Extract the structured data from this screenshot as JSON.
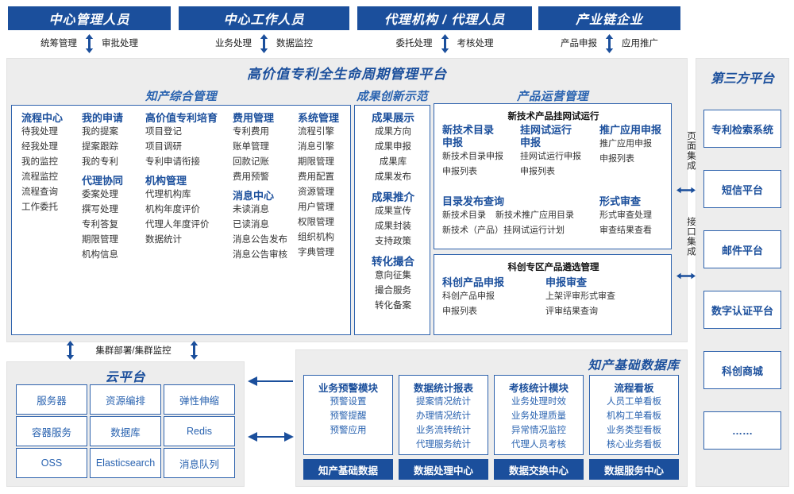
{
  "actors": [
    {
      "title": "中心管理人员",
      "flow_left": "统筹管理",
      "flow_right": "审批处理",
      "arrow": "up-down-arrow-icon"
    },
    {
      "title": "中心工作人员",
      "flow_left": "业务处理",
      "flow_right": "数据监控",
      "arrow": "up-down-arrow-icon"
    },
    {
      "title": "代理机构 / 代理人员",
      "flow_left": "委托处理",
      "flow_right": "考核处理",
      "arrow": "up-down-arrow-icon"
    },
    {
      "title": "产业链企业",
      "flow_left": "产品申报",
      "flow_right": "应用推广",
      "arrow": "up-down-arrow-icon"
    }
  ],
  "platform": {
    "title": "高价值专利全生命周期管理平台",
    "groups": {
      "ip_management": {
        "title": "知产综合管理",
        "columns": [
          {
            "sections": [
              {
                "head": "流程中心",
                "items": [
                  "待我处理",
                  "经我处理",
                  "我的监控",
                  "流程监控",
                  "流程查询",
                  "工作委托"
                ]
              }
            ]
          },
          {
            "sections": [
              {
                "head": "我的申请",
                "items": [
                  "我的提案",
                  "提案跟踪",
                  "我的专利"
                ]
              },
              {
                "head": "代理协同",
                "items": [
                  "委案处理",
                  "撰写处理",
                  "专利答复",
                  "期限管理",
                  "机构信息"
                ]
              }
            ]
          },
          {
            "sections": [
              {
                "head": "高价值专利培育",
                "items": [
                  "项目登记",
                  "项目调研",
                  "专利申请衔接"
                ]
              },
              {
                "head": "机构管理",
                "items": [
                  "代理机构库",
                  "机构年度评价",
                  "代理人年度评价",
                  "数据统计"
                ]
              }
            ]
          },
          {
            "sections": [
              {
                "head": "费用管理",
                "items": [
                  "专利费用",
                  "账单管理",
                  "回款记账",
                  "费用预警"
                ]
              },
              {
                "head": "消息中心",
                "items": [
                  "未读消息",
                  "已读消息",
                  "消息公告发布",
                  "消息公告审核"
                ]
              }
            ]
          },
          {
            "sections": [
              {
                "head": "系统管理",
                "items": [
                  "流程引擎",
                  "消息引擎",
                  "期限管理",
                  "费用配置",
                  "资源管理",
                  "用户管理",
                  "权限管理",
                  "组织机构",
                  "字典管理"
                ]
              }
            ]
          }
        ]
      },
      "achievement": {
        "title": "成果创新示范",
        "sections": [
          {
            "head": "成果展示",
            "items": [
              "成果方向",
              "成果申报",
              "成果库",
              "成果发布"
            ]
          },
          {
            "head": "成果推介",
            "items": [
              "成果宣传",
              "成果封装",
              "支持政策"
            ]
          },
          {
            "head": "转化撮合",
            "items": [
              "意向征集",
              "撮合服务",
              "转化备案"
            ]
          }
        ]
      },
      "product_ops": {
        "title": "产品运营管理",
        "panel_a": {
          "sub_title": "新技术产品挂网试运行",
          "row1": [
            {
              "head": "新技术目录\n申报",
              "items": [
                "新技术目录申报",
                "申报列表"
              ]
            },
            {
              "head": "挂网试运行\n申报",
              "items": [
                "挂网试运行申报",
                "申报列表"
              ]
            },
            {
              "head": "推广应用申报",
              "items": [
                "推广应用申报",
                "申报列表"
              ]
            }
          ],
          "row2_left_head": "目录发布查询",
          "row2_left_line1_a": "新技术目录",
          "row2_left_line1_b": "新技术推广应用目录",
          "row2_left_line2": "新技术（产品）挂网试运行计划",
          "row2_right_head": "形式审查",
          "row2_right_items": [
            "形式审查处理",
            "审查结果查看"
          ]
        },
        "panel_b": {
          "sub_title": "科创专区产品遴选管理",
          "columns": [
            {
              "head": "科创产品申报",
              "items": [
                "科创产品申报",
                "申报列表"
              ]
            },
            {
              "head": "申报审查",
              "items": [
                "上架评审形式审查",
                "评审结果查询"
              ]
            }
          ]
        }
      }
    }
  },
  "integration": {
    "page_label": "页面集成",
    "api_label": "接口集成",
    "arrow": "left-right-arrow-icon"
  },
  "third_party": {
    "title": "第三方平台",
    "items": [
      "专利检索系统",
      "短信平台",
      "邮件平台",
      "数字认证平台",
      "科创商城",
      "……"
    ]
  },
  "cluster": {
    "label": "集群部署/集群监控",
    "arrow_left": "up-down-arrow-icon",
    "arrow_right": "up-down-arrow-icon"
  },
  "cloud": {
    "title": "云平台",
    "cells": [
      "服务器",
      "资源编排",
      "弹性伸缩",
      "容器服务",
      "数据库",
      "Redis",
      "OSS",
      "Elasticsearch",
      "消息队列"
    ]
  },
  "database": {
    "title": "知产基础数据库",
    "cards": [
      {
        "head": "业务预警模块",
        "items": [
          "预警设置",
          "预警提醒",
          "预警应用"
        ],
        "foot": "知产基础数据"
      },
      {
        "head": "数据统计报表",
        "items": [
          "提案情况统计",
          "办理情况统计",
          "业务流转统计",
          "代理服务统计"
        ],
        "foot": "数据处理中心"
      },
      {
        "head": "考核统计模块",
        "items": [
          "业务处理时效",
          "业务处理质量",
          "异常情况监控",
          "代理人员考核"
        ],
        "foot": "数据交换中心"
      },
      {
        "head": "流程看板",
        "items": [
          "人员工单看板",
          "机构工单看板",
          "业务类型看板",
          "核心业务看板"
        ],
        "foot": "数据服务中心"
      }
    ]
  },
  "connectors": {
    "db_to_cloud_top": "left-arrow-icon",
    "db_to_cloud_bottom": "left-right-arrow-icon"
  },
  "colors": {
    "brand_blue": "#1b4f9c",
    "accent_blue": "#2a63b0",
    "border_blue": "#2f63ad",
    "panel_grey": "#ededed",
    "text_dark": "#333333"
  }
}
